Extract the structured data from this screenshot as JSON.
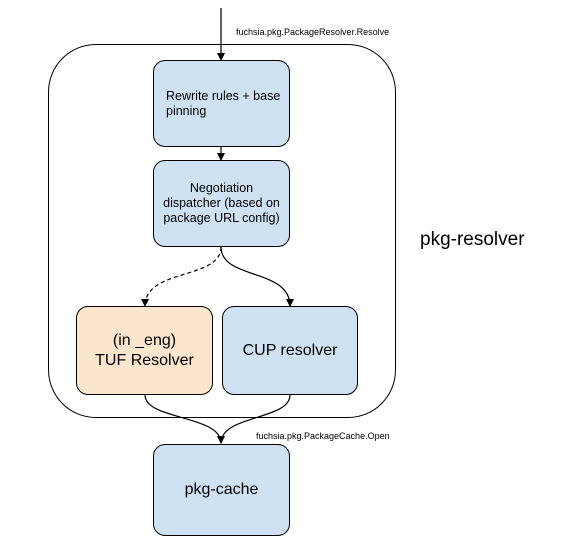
{
  "diagram": {
    "group": {
      "label": "pkg-resolver"
    },
    "nodes": {
      "rewrite": {
        "label": "Rewrite rules + base pinning",
        "color": "#cfe2f3"
      },
      "negotiation": {
        "label": "Negotiation dispatcher (based on package URL config)",
        "color": "#cfe2f3"
      },
      "tuf": {
        "label_line1": "(in _eng)",
        "label_line2": "TUF Resolver",
        "color": "#fce5cd"
      },
      "cup": {
        "label": "CUP resolver",
        "color": "#cfe2f3"
      },
      "cache": {
        "label": "pkg-cache",
        "color": "#cfe2f3"
      }
    },
    "edges": [
      {
        "from": "external",
        "to": "rewrite",
        "label": "fuchsia.pkg.PackageResolver.Resolve",
        "style": "solid"
      },
      {
        "from": "rewrite",
        "to": "negotiation",
        "style": "solid"
      },
      {
        "from": "negotiation",
        "to": "tuf",
        "style": "dashed"
      },
      {
        "from": "negotiation",
        "to": "cup",
        "style": "solid"
      },
      {
        "from": "tuf",
        "to": "cache",
        "style": "solid"
      },
      {
        "from": "cup",
        "to": "cache",
        "label": "fuchsia.pkg.PackageCache.Open",
        "style": "solid"
      }
    ]
  }
}
